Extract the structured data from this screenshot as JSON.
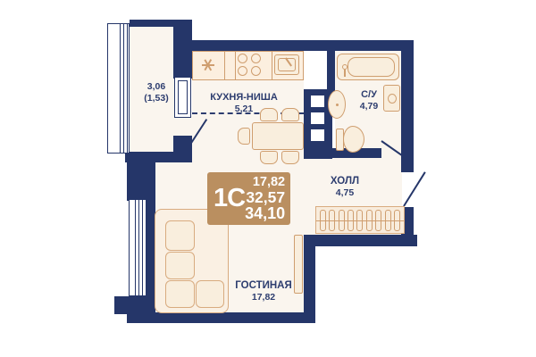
{
  "plan_type": "apartment-floor-plan",
  "unit": {
    "code": "1С",
    "area_line1": "17,82",
    "area_line2": "32,57",
    "area_line3": "34,10"
  },
  "rooms": {
    "balcony": {
      "area": "3,06",
      "area_reduced": "(1,53)"
    },
    "kitchen": {
      "name": "КУХНЯ-НИША",
      "area": "5,21"
    },
    "bathroom": {
      "name": "С/У",
      "area": "4,79"
    },
    "hall": {
      "name": "ХОЛЛ",
      "area": "4,75"
    },
    "living": {
      "name": "ГОСТИНАЯ",
      "area": "17,82"
    }
  },
  "colors": {
    "wall": "#253669",
    "accent_box": "#ba8f60",
    "furniture_line": "#cf9e6f",
    "floor": "#faf5ee",
    "text": "#2d3d6f"
  }
}
